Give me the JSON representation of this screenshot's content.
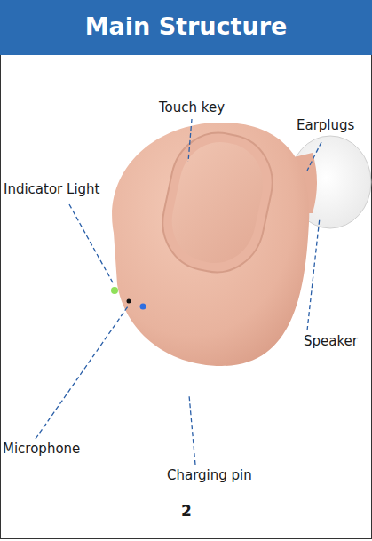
{
  "diagram": {
    "title": "Main Structure",
    "labels": [
      "Touch key",
      "Earplugs",
      "Indicator Light",
      "Speaker",
      "Microphone",
      "Charging pin",
      "2"
    ]
  }
}
